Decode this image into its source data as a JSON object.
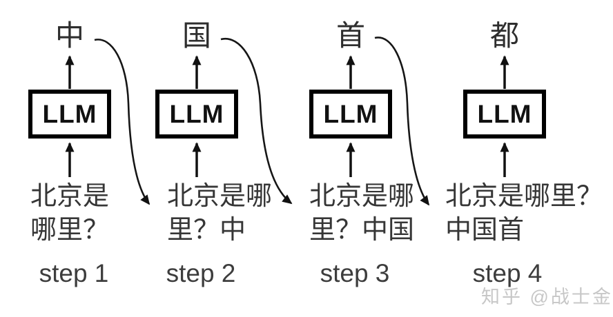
{
  "diagram": {
    "box_label": "LLM"
  },
  "steps": [
    {
      "step_label": "step 1",
      "output_token": "中",
      "input_line1": "北京是",
      "input_line2": "哪里？"
    },
    {
      "step_label": "step 2",
      "output_token": "国",
      "input_line1": "北京是哪",
      "input_line2": "里？中"
    },
    {
      "step_label": "step 3",
      "output_token": "首",
      "input_line1": "北京是哪",
      "input_line2": "里？中国"
    },
    {
      "step_label": "step 4",
      "output_token": "都",
      "input_line1": "北京是哪里？",
      "input_line2": "中国首"
    }
  ],
  "watermark": {
    "text": "知乎 @战士金"
  },
  "colors": {
    "ink": "#111111",
    "body_text": "#363636",
    "watermark": "#c7c7c7",
    "background": "#ffffff"
  }
}
